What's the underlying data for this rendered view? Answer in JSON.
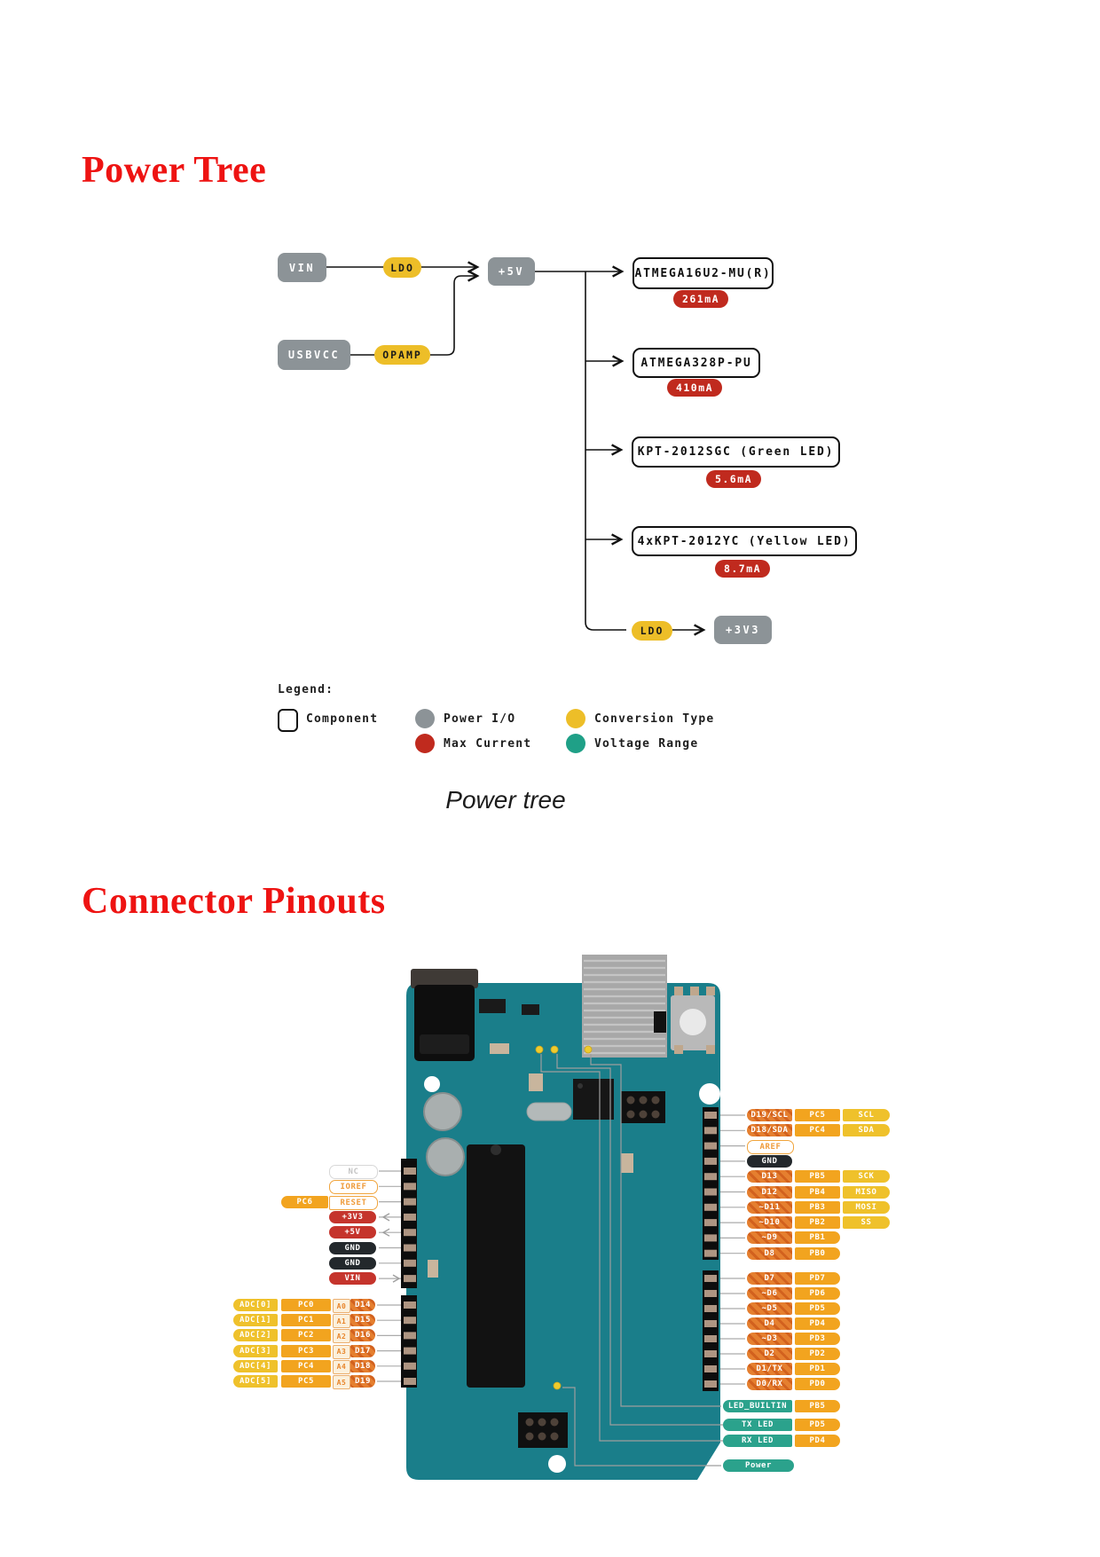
{
  "page": {
    "heading_power_tree": "Power Tree",
    "heading_connector_pinouts": "Connector Pinouts",
    "figure_caption": "Power tree"
  },
  "colors": {
    "heading_red": "#EE1312",
    "node_gray": "#8C9397",
    "node_yellow": "#EDBE28",
    "current_red": "#C02A1E",
    "pin_orange": "#F2A41F",
    "pin_yellow": "#EFC12B",
    "pin_hatch_orange": "#E0752B",
    "pin_red": "#C5342C",
    "pin_black": "#23282C",
    "pin_teal": "#2BA28C",
    "board_teal": "#1A7E8A"
  },
  "power_tree": {
    "nodes": {
      "vin": "VIN",
      "ldo1": "LDO",
      "p5v": "+5V",
      "usbvcc": "USBVCC",
      "opamp": "OPAMP",
      "atmega16u2": "ATMEGA16U2-MU(R)",
      "atmega16u2_current": "261mA",
      "atmega328p": "ATMEGA328P-PU",
      "atmega328p_current": "410mA",
      "kpt_green": "KPT-2012SGC (Green LED)",
      "kpt_green_current": "5.6mA",
      "kpt_yellow": "4xKPT-2012YC (Yellow LED)",
      "kpt_yellow_current": "8.7mA",
      "ldo2": "LDO",
      "p3v3": "+3V3"
    },
    "legend": {
      "title": "Legend:",
      "items": [
        {
          "swatch": "component-box",
          "label": "Component"
        },
        {
          "swatch": "gray-circle",
          "label": "Power I/O"
        },
        {
          "swatch": "yellow-circle",
          "label": "Conversion Type"
        },
        {
          "swatch": "red-circle",
          "label": "Max Current"
        },
        {
          "swatch": "teal-circle",
          "label": "Voltage Range"
        }
      ]
    }
  },
  "pinout": {
    "left_power_rows": [
      {
        "cells": [
          {
            "t": "NC",
            "s": "nc"
          }
        ]
      },
      {
        "cells": [
          {
            "t": "IOREF",
            "s": "outline"
          }
        ]
      },
      {
        "cells": [
          {
            "t": "PC6",
            "s": "orange"
          },
          {
            "t": "RESET",
            "s": "outline"
          }
        ]
      },
      {
        "cells": [
          {
            "t": "+3V3",
            "s": "red"
          }
        ],
        "arrow": "left"
      },
      {
        "cells": [
          {
            "t": "+5V",
            "s": "red"
          }
        ],
        "arrow": "left"
      },
      {
        "cells": [
          {
            "t": "GND",
            "s": "black"
          }
        ]
      },
      {
        "cells": [
          {
            "t": "GND",
            "s": "black"
          }
        ]
      },
      {
        "cells": [
          {
            "t": "VIN",
            "s": "red"
          }
        ],
        "arrow": "right"
      }
    ],
    "left_adc_rows": [
      {
        "cells": [
          {
            "t": "ADC[0]",
            "s": "yellow"
          },
          {
            "t": "PC0",
            "s": "orange"
          },
          {
            "t": "A0",
            "s": "a"
          },
          {
            "t": "D14",
            "s": "hatch"
          }
        ]
      },
      {
        "cells": [
          {
            "t": "ADC[1]",
            "s": "yellow"
          },
          {
            "t": "PC1",
            "s": "orange"
          },
          {
            "t": "A1",
            "s": "a"
          },
          {
            "t": "D15",
            "s": "hatch"
          }
        ]
      },
      {
        "cells": [
          {
            "t": "ADC[2]",
            "s": "yellow"
          },
          {
            "t": "PC2",
            "s": "orange"
          },
          {
            "t": "A2",
            "s": "a"
          },
          {
            "t": "D16",
            "s": "hatch"
          }
        ]
      },
      {
        "cells": [
          {
            "t": "ADC[3]",
            "s": "yellow"
          },
          {
            "t": "PC3",
            "s": "orange"
          },
          {
            "t": "A3",
            "s": "a"
          },
          {
            "t": "D17",
            "s": "hatch"
          }
        ]
      },
      {
        "cells": [
          {
            "t": "ADC[4]",
            "s": "yellow"
          },
          {
            "t": "PC4",
            "s": "orange"
          },
          {
            "t": "A4",
            "s": "a"
          },
          {
            "t": "D18",
            "s": "hatch"
          }
        ]
      },
      {
        "cells": [
          {
            "t": "ADC[5]",
            "s": "yellow"
          },
          {
            "t": "PC5",
            "s": "orange"
          },
          {
            "t": "A5",
            "s": "a"
          },
          {
            "t": "D19",
            "s": "hatch"
          }
        ]
      }
    ],
    "right_top_rows": [
      {
        "cells": [
          {
            "t": "D19/SCL",
            "s": "hatch"
          },
          {
            "t": "PC5",
            "s": "orange"
          },
          {
            "t": "SCL",
            "s": "yellow"
          }
        ]
      },
      {
        "cells": [
          {
            "t": "D18/SDA",
            "s": "hatch"
          },
          {
            "t": "PC4",
            "s": "orange"
          },
          {
            "t": "SDA",
            "s": "yellow"
          }
        ]
      },
      {
        "cells": [
          {
            "t": "AREF",
            "s": "outline"
          }
        ]
      },
      {
        "cells": [
          {
            "t": "GND",
            "s": "black"
          }
        ]
      },
      {
        "cells": [
          {
            "t": "D13",
            "s": "hatch"
          },
          {
            "t": "PB5",
            "s": "orange"
          },
          {
            "t": "SCK",
            "s": "yellow"
          }
        ]
      },
      {
        "cells": [
          {
            "t": "D12",
            "s": "hatch"
          },
          {
            "t": "PB4",
            "s": "orange"
          },
          {
            "t": "MISO",
            "s": "yellow"
          }
        ]
      },
      {
        "cells": [
          {
            "t": "~D11",
            "s": "hatch"
          },
          {
            "t": "PB3",
            "s": "orange"
          },
          {
            "t": "MOSI",
            "s": "yellow"
          }
        ]
      },
      {
        "cells": [
          {
            "t": "~D10",
            "s": "hatch"
          },
          {
            "t": "PB2",
            "s": "orange"
          },
          {
            "t": "SS",
            "s": "yellow"
          }
        ]
      },
      {
        "cells": [
          {
            "t": "~D9",
            "s": "hatch"
          },
          {
            "t": "PB1",
            "s": "orange"
          }
        ]
      },
      {
        "cells": [
          {
            "t": "D8",
            "s": "hatch"
          },
          {
            "t": "PB0",
            "s": "orange"
          }
        ]
      }
    ],
    "right_mid_rows": [
      {
        "cells": [
          {
            "t": "D7",
            "s": "hatch"
          },
          {
            "t": "PD7",
            "s": "orange"
          }
        ]
      },
      {
        "cells": [
          {
            "t": "~D6",
            "s": "hatch"
          },
          {
            "t": "PD6",
            "s": "orange"
          }
        ]
      },
      {
        "cells": [
          {
            "t": "~D5",
            "s": "hatch"
          },
          {
            "t": "PD5",
            "s": "orange"
          }
        ]
      },
      {
        "cells": [
          {
            "t": "D4",
            "s": "hatch"
          },
          {
            "t": "PD4",
            "s": "orange"
          }
        ]
      },
      {
        "cells": [
          {
            "t": "~D3",
            "s": "hatch"
          },
          {
            "t": "PD3",
            "s": "orange"
          }
        ]
      },
      {
        "cells": [
          {
            "t": "D2",
            "s": "hatch"
          },
          {
            "t": "PD2",
            "s": "orange"
          }
        ]
      },
      {
        "cells": [
          {
            "t": "D1/TX",
            "s": "hatch"
          },
          {
            "t": "PD1",
            "s": "orange"
          }
        ]
      },
      {
        "cells": [
          {
            "t": "D0/RX",
            "s": "hatch"
          },
          {
            "t": "PD0",
            "s": "orange"
          }
        ]
      }
    ],
    "right_led_rows": [
      {
        "cells": [
          {
            "t": "LED_BUILTIN",
            "s": "teal"
          },
          {
            "t": "PB5",
            "s": "orange"
          }
        ]
      },
      {
        "cells": [
          {
            "t": "TX LED",
            "s": "teal"
          },
          {
            "t": "PD5",
            "s": "orange"
          }
        ]
      },
      {
        "cells": [
          {
            "t": "RX LED",
            "s": "teal"
          },
          {
            "t": "PD4",
            "s": "orange"
          }
        ]
      }
    ],
    "power_row": {
      "cells": [
        {
          "t": "Power",
          "s": "teal"
        }
      ]
    }
  }
}
